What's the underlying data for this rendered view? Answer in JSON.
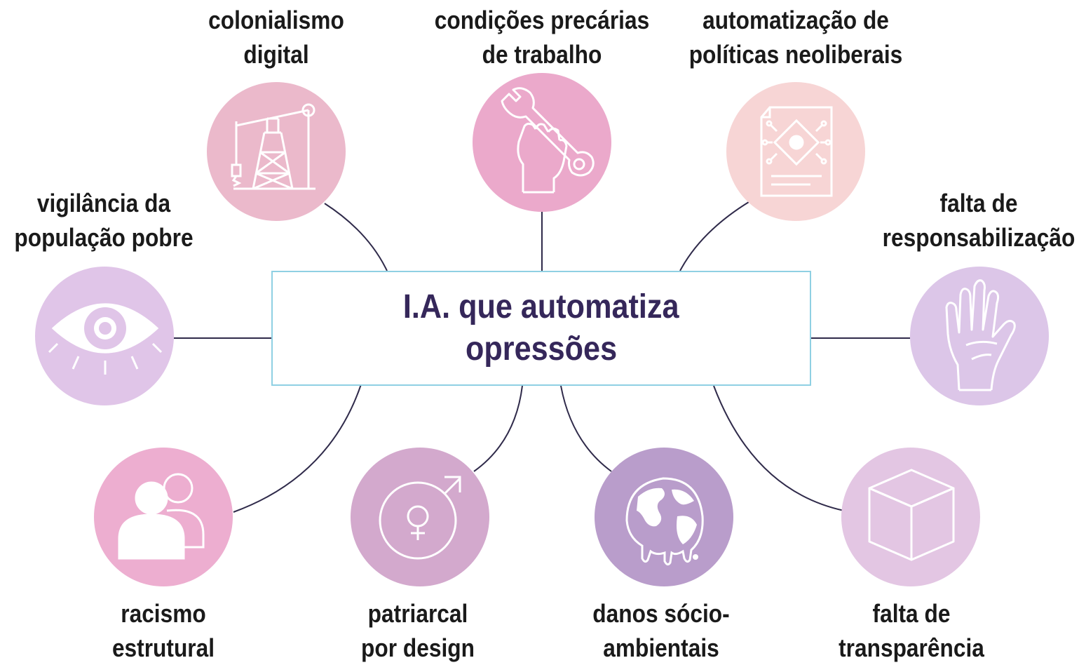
{
  "center": {
    "line1": "I.A. que automatiza",
    "line2": "opressões"
  },
  "colors": {
    "connector": "#2f2a4a",
    "center_border": "#8fd0e3",
    "center_text": "#35275a",
    "label_text": "#1a1a1a"
  },
  "nodes": [
    {
      "id": "colonialismo-digital",
      "line1": "colonialismo",
      "line2": "digital",
      "icon": "oil-derrick-icon",
      "color": "#ebb9cb"
    },
    {
      "id": "condicoes-precarias",
      "line1": "condições precárias",
      "line2": "de trabalho",
      "icon": "fist-wrench-icon",
      "color": "#eba9cb"
    },
    {
      "id": "automatizacao-politicas",
      "line1": "automatização de",
      "line2": "políticas neoliberais",
      "icon": "document-chip-icon",
      "color": "#f7d5d5"
    },
    {
      "id": "vigilancia",
      "line1": "vigilância da",
      "line2": "população pobre",
      "icon": "eye-icon",
      "color": "#e0c5e8"
    },
    {
      "id": "responsabilizacao",
      "line1": "falta de",
      "line2": "responsabilização",
      "icon": "open-hand-icon",
      "color": "#dcc6e8"
    },
    {
      "id": "racismo",
      "line1": "racismo",
      "line2": "estrutural",
      "icon": "two-people-icon",
      "color": "#edaed0"
    },
    {
      "id": "patriarcal",
      "line1": "patriarcal",
      "line2": "por design",
      "icon": "gender-symbols-icon",
      "color": "#d3a9cd"
    },
    {
      "id": "danos",
      "line1": "danos sócio-",
      "line2": "ambientais",
      "icon": "melting-globe-icon",
      "color": "#b99dcb"
    },
    {
      "id": "transparencia",
      "line1": "falta de",
      "line2": "transparência",
      "icon": "cube-icon",
      "color": "#e3c6e3"
    }
  ]
}
